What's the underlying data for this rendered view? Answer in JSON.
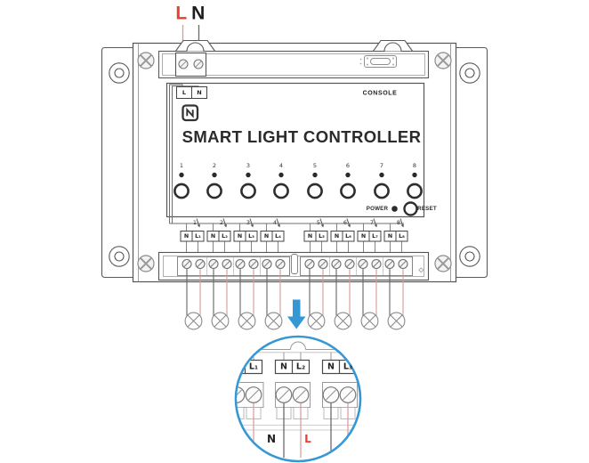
{
  "colors": {
    "accent_red": "#e8402c",
    "wire_red": "#d99a9a",
    "accent_blue": "#3598d5",
    "line": "#555555",
    "text_dark": "#2b2b2b",
    "wire_black": "#666666"
  },
  "power_input": {
    "line": "L",
    "neutral": "N"
  },
  "device": {
    "title": "SMART LIGHT CONTROLLER",
    "console": "CONSOLE",
    "power": "POWER",
    "reset": "RESET",
    "input_box": {
      "l": "L",
      "n": "N"
    },
    "outputs": [
      {
        "ch": "1",
        "n": "N",
        "l": "L₁"
      },
      {
        "ch": "2",
        "n": "N",
        "l": "L₂"
      },
      {
        "ch": "3",
        "n": "N",
        "l": "L₃"
      },
      {
        "ch": "4",
        "n": "N",
        "l": "L₄"
      },
      {
        "ch": "5",
        "n": "N",
        "l": "L₅"
      },
      {
        "ch": "6",
        "n": "N",
        "l": "L₆"
      },
      {
        "ch": "7",
        "n": "N",
        "l": "L₇"
      },
      {
        "ch": "8",
        "n": "N",
        "l": "L₈"
      }
    ]
  },
  "magnifier": {
    "terminal_labels": {
      "l1": "L₁",
      "n2": "N",
      "l2": "L₂",
      "n3": "N",
      "l3": "L₃"
    },
    "wire_labels": {
      "neutral": "N",
      "line": "L"
    }
  }
}
